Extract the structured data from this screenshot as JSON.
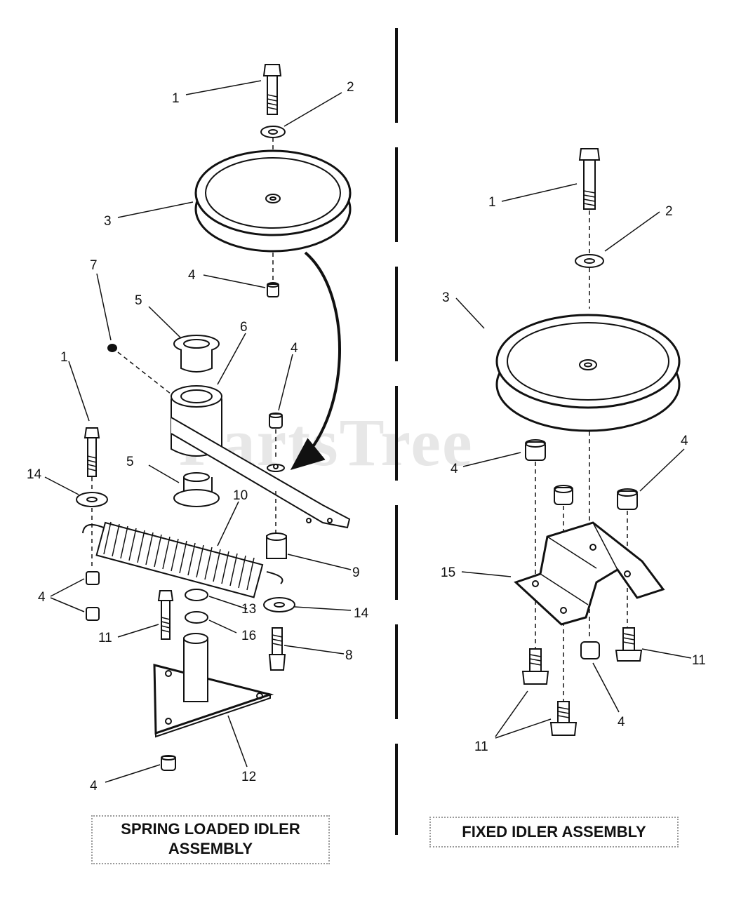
{
  "callouts": {
    "l1a": "1",
    "l2": "2",
    "l3": "3",
    "l4a": "4",
    "l7": "7",
    "l5a": "5",
    "l6": "6",
    "l4b": "4",
    "l1b": "1",
    "l5b": "5",
    "l14a": "14",
    "l10": "10",
    "l9": "9",
    "l4c": "4",
    "l13": "13",
    "l14b": "14",
    "l11": "11",
    "l16": "16",
    "l8": "8",
    "l12": "12",
    "l4d": "4",
    "r1": "1",
    "r2": "2",
    "r3": "3",
    "r4a": "4",
    "r4b": "4",
    "r15": "15",
    "r11a": "11",
    "r4c": "4",
    "r11b": "11"
  },
  "captions": {
    "left": "SPRING LOADED IDLER ASSEMBLY",
    "right": "FIXED IDLER ASSEMBLY"
  },
  "watermark": "PartsTree"
}
